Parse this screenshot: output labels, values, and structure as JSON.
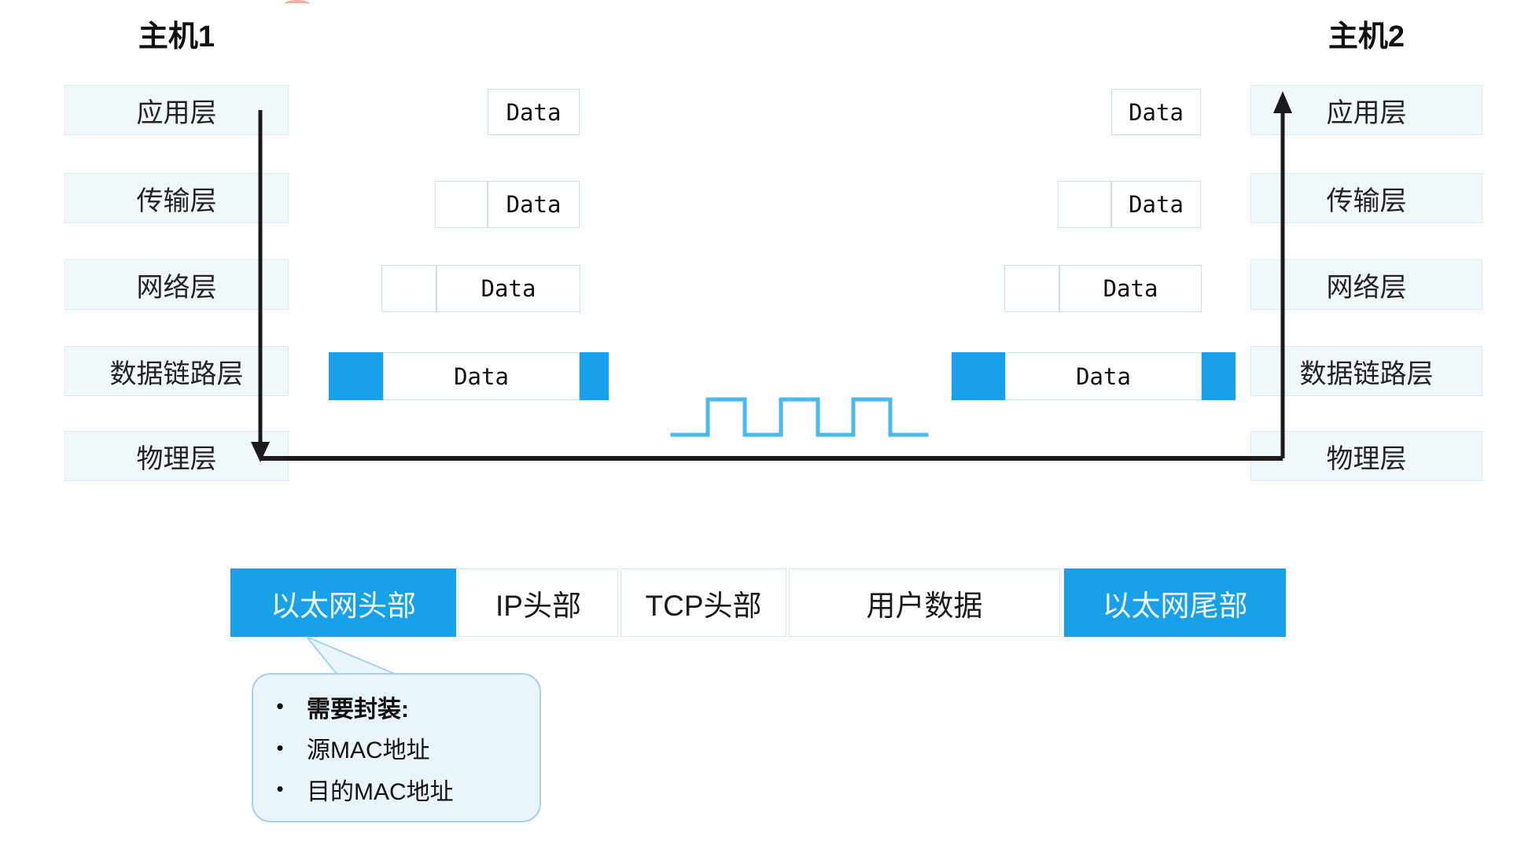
{
  "colors": {
    "accent_blue": "#18a0e8",
    "wave_blue": "#4ab9ee",
    "layer_box_fill": "#f1f8fc",
    "arrow_black": "#1a1a1a",
    "callout_fill": "#e9f4fb",
    "callout_border": "#a5d2e8"
  },
  "host1": {
    "title": "主机1",
    "layers": [
      "应用层",
      "传输层",
      "网络层",
      "数据链路层",
      "物理层"
    ]
  },
  "host2": {
    "title": "主机2",
    "layers": [
      "应用层",
      "传输层",
      "网络层",
      "数据链路层",
      "物理层"
    ]
  },
  "packets": {
    "data_label": "Data"
  },
  "frame": {
    "ethernet_header": "以太网头部",
    "ip_header": "IP头部",
    "tcp_header": "TCP头部",
    "user_data": "用户数据",
    "ethernet_trailer": "以太网尾部"
  },
  "callout": {
    "title": "需要封装:",
    "items": [
      "源MAC地址",
      "目的MAC地址"
    ]
  }
}
